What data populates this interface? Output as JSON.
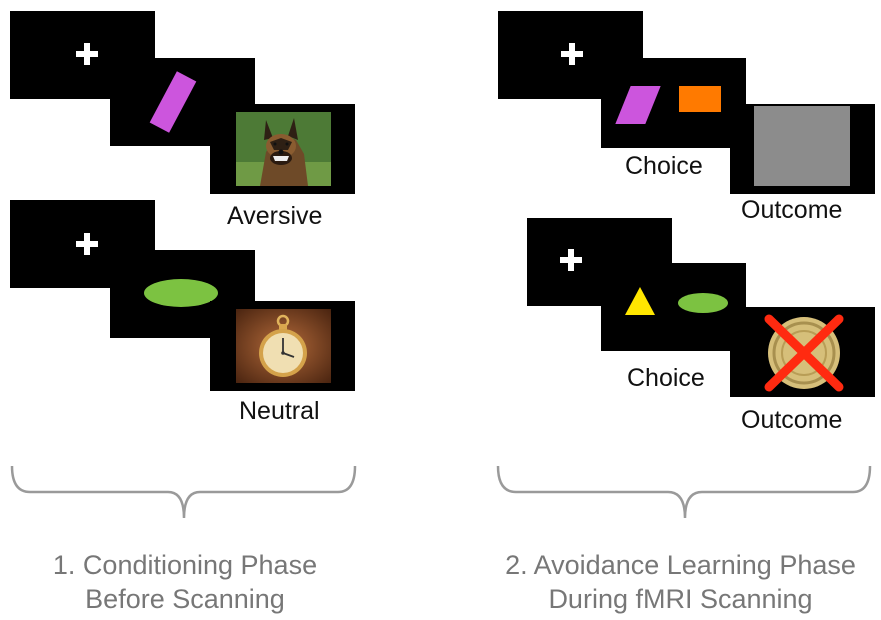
{
  "conditioning": {
    "trials": [
      {
        "outcome_label": "Aversive",
        "cue_shape": "purple-rectangle",
        "cue_color": "#cc55dd",
        "image": "dog-icon"
      },
      {
        "outcome_label": "Neutral",
        "cue_shape": "green-ellipse",
        "cue_color": "#7cc241",
        "image": "pocket-watch-icon"
      }
    ],
    "caption_line1": "1. Conditioning Phase",
    "caption_line2": "Before Scanning"
  },
  "avoidance": {
    "trials": [
      {
        "choice_label": "Choice",
        "outcome_label": "Outcome",
        "options": [
          "purple-parallelogram",
          "orange-rectangle"
        ],
        "outcome": "gray-square"
      },
      {
        "choice_label": "Choice",
        "outcome_label": "Outcome",
        "options": [
          "yellow-triangle",
          "green-ellipse"
        ],
        "outcome": "crossed-out-coin"
      }
    ],
    "caption_line1": "2. Avoidance Learning Phase",
    "caption_line2": "During fMRI Scanning"
  },
  "colors": {
    "panel": "#000000",
    "purple": "#cc55dd",
    "green": "#7cc241",
    "orange": "#ff7a00",
    "yellow": "#ffe600",
    "gray_outcome": "#8c8c8c",
    "red_cross": "#ff2a10",
    "caption": "#777777"
  }
}
